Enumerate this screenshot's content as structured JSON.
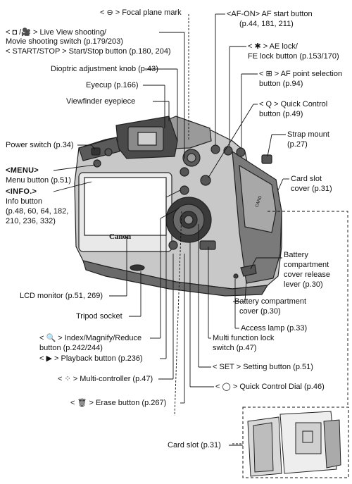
{
  "labels": {
    "focal_plane": "< ⊖ > Focal plane mark",
    "live_view_1": "< ◘ /🎥 > Live View shooting/",
    "live_view_2": "Movie shooting switch (p.179/203)",
    "start_stop": "< START/STOP > Start/Stop button (p.180, 204)",
    "dioptric": "Dioptric adjustment knob (p.43)",
    "eyecup": "Eyecup (p.166)",
    "eyepiece": "Viewfinder eyepiece",
    "power": "Power switch (p.34)",
    "menu_1": "<MENU>",
    "menu_2": "Menu button (p.51)",
    "info_1": "<INFO.>",
    "info_2": "Info button",
    "info_3": "(p.48, 60, 64, 182,",
    "info_4": "210, 236, 332)",
    "lcd": "LCD monitor (p.51, 269)",
    "tripod": "Tripod socket",
    "index_1": "< 🔍 > Index/Magnify/Reduce",
    "index_2": "button (p.242/244)",
    "playback": "< ▶ > Playback button (p.236)",
    "multi_controller": "< ⁘ > Multi-controller (p.47)",
    "erase": "< 🗑 > Erase button (p.267)",
    "card_slot": "Card slot (p.31)",
    "af_on_1": "<AF-ON> AF start button",
    "af_on_2": "(p.44, 181, 211)",
    "ae_lock_1": "< ✱ > AE lock/",
    "ae_lock_2": "FE lock button (p.153/170)",
    "af_point_1": "< ⊞ > AF point selection",
    "af_point_2": "button (p.94)",
    "quick_control_1": "< Q > Quick Control",
    "quick_control_2": "button (p.49)",
    "strap_1": "Strap mount",
    "strap_2": "(p.27)",
    "card_cover_1": "Card slot",
    "card_cover_2": "cover (p.31)",
    "battery_release_1": "Battery",
    "battery_release_2": "compartment",
    "battery_release_3": "cover release",
    "battery_release_4": "lever (p.30)",
    "battery_cover_1": "Battery compartment",
    "battery_cover_2": "cover (p.30)",
    "access_lamp": "Access lamp (p.33)",
    "mfl_1": "Multi function lock",
    "mfl_2": "switch (p.47)",
    "setting": "< SET > Setting button (p.51)",
    "qcd": "< ◯ > Quick Control Dial (p.46)"
  },
  "camera": {
    "brand": "Canon",
    "card_text": "CARD"
  }
}
